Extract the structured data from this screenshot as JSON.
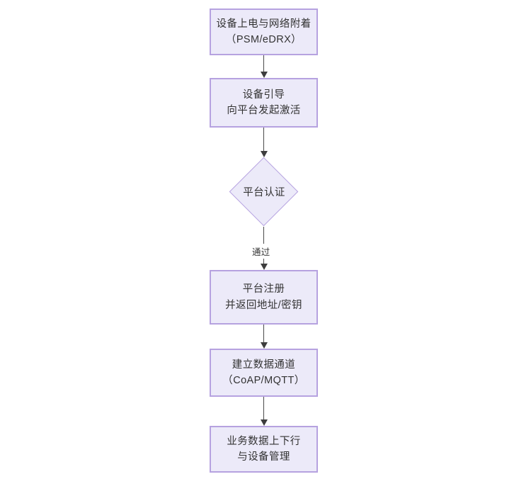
{
  "diagram": {
    "type": "flowchart",
    "orientation": "top-to-bottom",
    "title": "",
    "colors": {
      "node_fill": "#eceaf9",
      "node_border": "#b6a2e0",
      "text": "#333333",
      "edge": "#4a4a4a",
      "background": "#ffffff"
    },
    "nodes": [
      {
        "id": "n1",
        "shape": "rectangle",
        "lines": [
          "设备上电与网络附着",
          "（PSM/eDRX）"
        ]
      },
      {
        "id": "n2",
        "shape": "rectangle",
        "lines": [
          "设备引导",
          "向平台发起激活"
        ]
      },
      {
        "id": "n3",
        "shape": "diamond",
        "lines": [
          "平台认证"
        ]
      },
      {
        "id": "n4",
        "shape": "rectangle",
        "lines": [
          "平台注册",
          "并返回地址/密钥"
        ]
      },
      {
        "id": "n5",
        "shape": "rectangle",
        "lines": [
          "建立数据通道",
          "（CoAP/MQTT）"
        ]
      },
      {
        "id": "n6",
        "shape": "rectangle",
        "lines": [
          "业务数据上下行",
          "与设备管理"
        ]
      }
    ],
    "edges": [
      {
        "from": "n1",
        "to": "n2",
        "label": ""
      },
      {
        "from": "n2",
        "to": "n3",
        "label": ""
      },
      {
        "from": "n3",
        "to": "n4",
        "label": "通过"
      },
      {
        "from": "n4",
        "to": "n5",
        "label": ""
      },
      {
        "from": "n5",
        "to": "n6",
        "label": ""
      }
    ]
  }
}
